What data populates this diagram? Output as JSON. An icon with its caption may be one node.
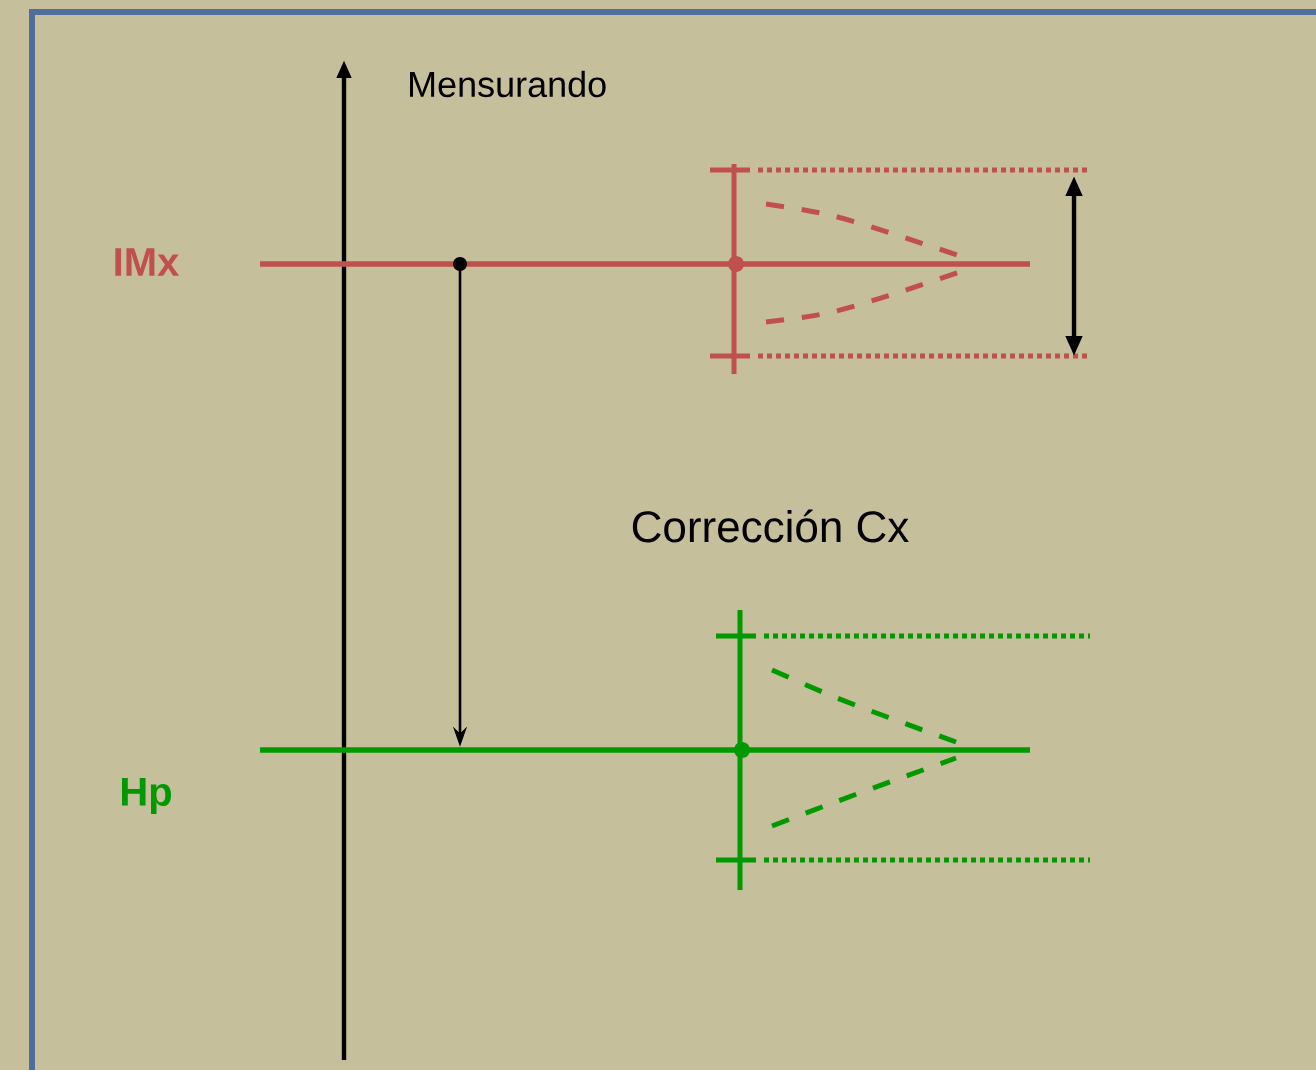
{
  "diagram": {
    "nodes": [
      {
        "text": [],
        "shape": "line",
        "beside": [
          "IMx"
        ]
      },
      {
        "text": [],
        "shape": "line",
        "beside": [
          "Hp"
        ]
      }
    ],
    "edges": [
      {
        "from": 0,
        "to": 1,
        "arrow": "to",
        "label": "Corrección  Cx"
      }
    ],
    "labels": [
      "Mensurando"
    ]
  }
}
